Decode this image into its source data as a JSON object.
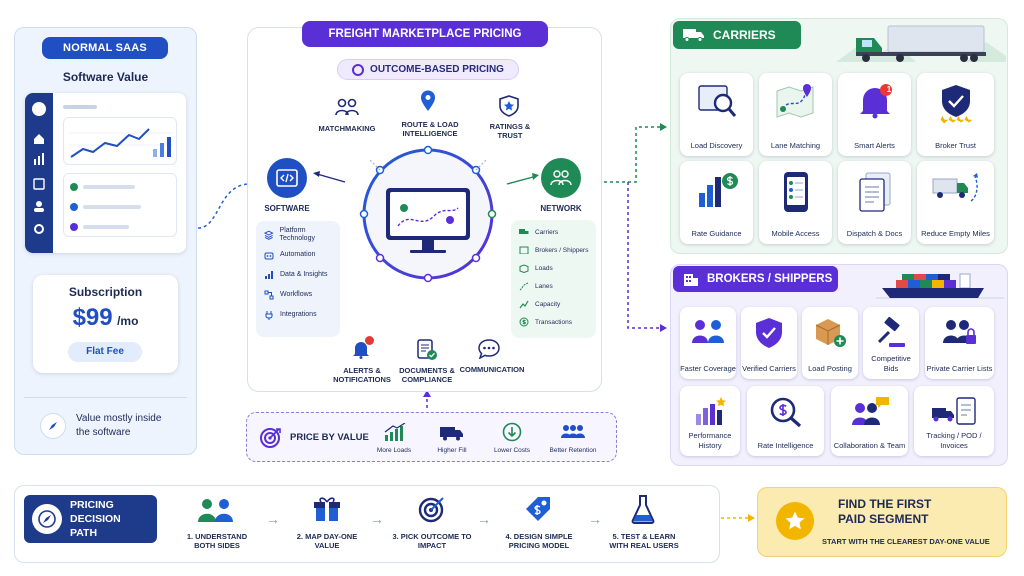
{
  "left": {
    "badge": "NORMAL SAAS",
    "title": "Software Value",
    "subscription_title": "Subscription",
    "price": "$99",
    "price_unit": "/mo",
    "fee": "Flat Fee",
    "note": "Value mostly inside the software"
  },
  "center": {
    "title": "FREIGHT MARKETPLACE PRICING",
    "subtitle": "OUTCOME-BASED PRICING",
    "nodes": {
      "matchmaking": "MATCHMAKING",
      "route": "ROUTE & LOAD INTELLIGENCE",
      "ratings": "RATINGS & TRUST",
      "software": "SOFTWARE",
      "network": "NETWORK",
      "alerts": "ALERTS & NOTIFICATIONS",
      "documents": "DOCUMENTS & COMPLIANCE",
      "communication": "COMMUNICATION"
    },
    "software_features": [
      "Platform Technology",
      "Automation",
      "Data & Insights",
      "Workflows",
      "Integrations"
    ],
    "network_items": [
      "Carriers",
      "Brokers / Shippers",
      "Loads",
      "Lanes",
      "Capacity",
      "Transactions"
    ],
    "price_by_value": {
      "label": "PRICE BY VALUE",
      "items": [
        "More Loads",
        "Higher Fill",
        "Lower Costs",
        "Better Retention"
      ]
    }
  },
  "carriers": {
    "title": "CARRIERS",
    "tiles": [
      "Load Discovery",
      "Lane Matching",
      "Smart Alerts",
      "Broker Trust",
      "Rate Guidance",
      "Mobile Access",
      "Dispatch & Docs",
      "Reduce Empty Miles"
    ],
    "alert_count": "1"
  },
  "brokers": {
    "title": "BROKERS / SHIPPERS",
    "tiles": [
      "Faster Coverage",
      "Verified Carriers",
      "Load Posting",
      "Competitive Bids",
      "Private Carrier Lists",
      "Performance History",
      "Rate Intelligence",
      "Collaboration & Team",
      "Tracking / POD / Invoices"
    ]
  },
  "path": {
    "title": "PRICING DECISION PATH",
    "steps": [
      "1. UNDERSTAND BOTH SIDES",
      "2. MAP DAY-ONE VALUE",
      "3. PICK OUTCOME TO IMPACT",
      "4. DESIGN SIMPLE PRICING MODEL",
      "5. TEST & LEARN WITH REAL USERS"
    ],
    "goal_title": "FIND THE FIRST PAID SEGMENT",
    "goal_sub": "START WITH THE CLEAREST DAY-ONE VALUE"
  },
  "colors": {
    "navy": "#1e2a78",
    "purple": "#5a2fd6",
    "green": "#1f8a55",
    "blue": "#1f5fd6",
    "yellow": "#fbe7a1"
  }
}
